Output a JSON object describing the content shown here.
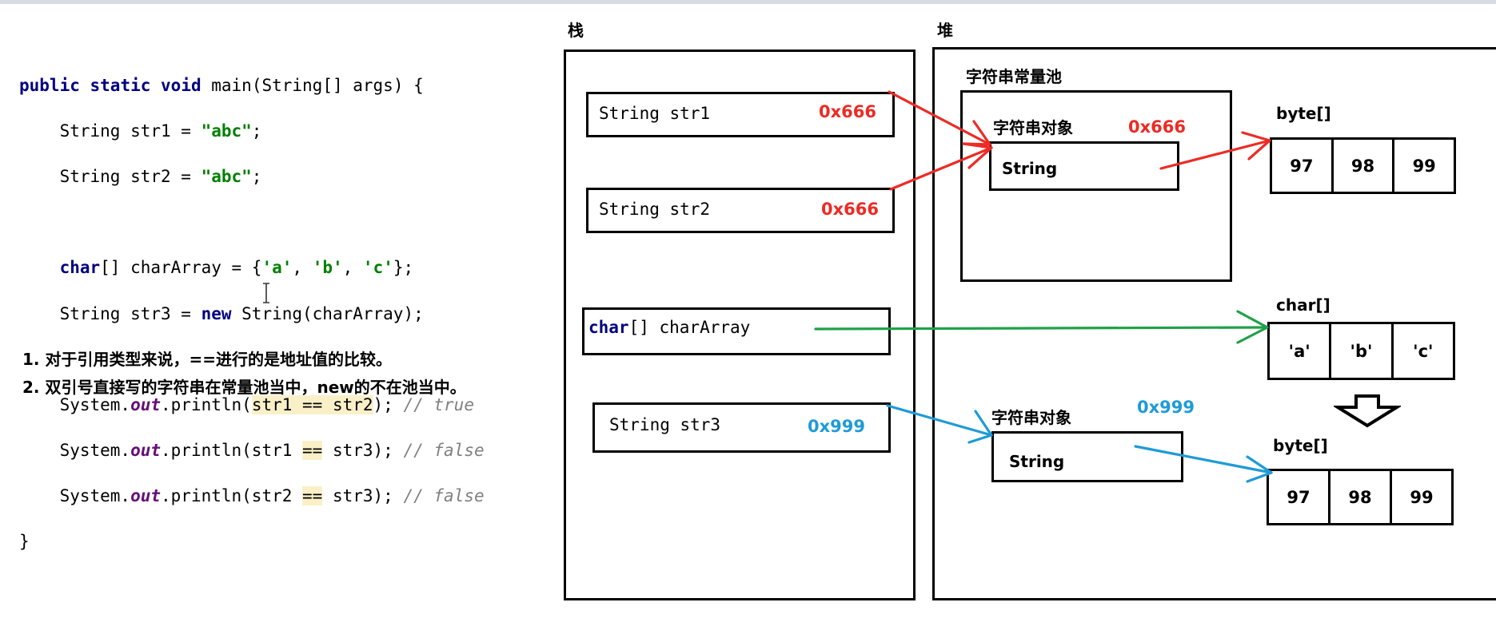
{
  "code": {
    "main_sig_kw1": "public",
    "main_sig_kw2": "static",
    "main_sig_kw3": "void",
    "main_sig_rest": " main(String[] args) {",
    "l2_a": "    String str1 = ",
    "l2_str": "\"abc\"",
    "l2_b": ";",
    "l3_a": "    String str2 = ",
    "l3_str": "\"abc\"",
    "l3_b": ";",
    "l5_kw": "char",
    "l5_a": "[] charArray = {",
    "l5_c1": "'a'",
    "l5_sep1": ", ",
    "l5_c2": "'b'",
    "l5_sep2": ", ",
    "l5_c3": "'c'",
    "l5_b": "};",
    "l6_a": "    String str3 = ",
    "l6_kw": "new",
    "l6_b": " String(charArray);",
    "p1_a": "    System.",
    "p1_out": "out",
    "p1_b": ".println(",
    "p1_hl": "str1 == str2",
    "p1_c": "); ",
    "p1_cmt": "// true",
    "p2_a": "    System.",
    "p2_out": "out",
    "p2_b": ".println(str1 ",
    "p2_hl": "==",
    "p2_c": " str3); ",
    "p2_cmt": "// false",
    "p3_a": "    System.",
    "p3_out": "out",
    "p3_b": ".println(str2 ",
    "p3_hl": "==",
    "p3_c": " str3); ",
    "p3_cmt": "// false",
    "close": "}"
  },
  "notes": [
    "1. 对于引用类型来说，==进行的是地址值的比较。",
    "2. 双引号直接写的字符串在常量池当中，new的不在池当中。"
  ],
  "stack": {
    "label": "栈",
    "str1_var": "String str1",
    "str1_addr": "0x666",
    "str2_var": "String str2",
    "str2_addr": "0x666",
    "chararray_kw": "char",
    "chararray_rest": "[] charArray",
    "str3_var": "String str3",
    "str3_addr": "0x999"
  },
  "heap": {
    "label": "堆",
    "pool_label": "字符串常量池",
    "pool_obj_label": "字符串对象",
    "pool_obj_addr": "0x666",
    "pool_obj_type": "String",
    "byte1_label": "byte[]",
    "byte1_values": [
      "97",
      "98",
      "99"
    ],
    "char_label": "char[]",
    "char_values": [
      "'a'",
      "'b'",
      "'c'"
    ],
    "new_obj_label": "字符串对象",
    "new_obj_addr": "0x999",
    "new_obj_type": "String",
    "byte2_label": "byte[]",
    "byte2_values": [
      "97",
      "98",
      "99"
    ]
  },
  "colors": {
    "red_arrow": "#ee2a24",
    "green_arrow": "#1fa14a",
    "blue_arrow": "#1e9bd7"
  }
}
